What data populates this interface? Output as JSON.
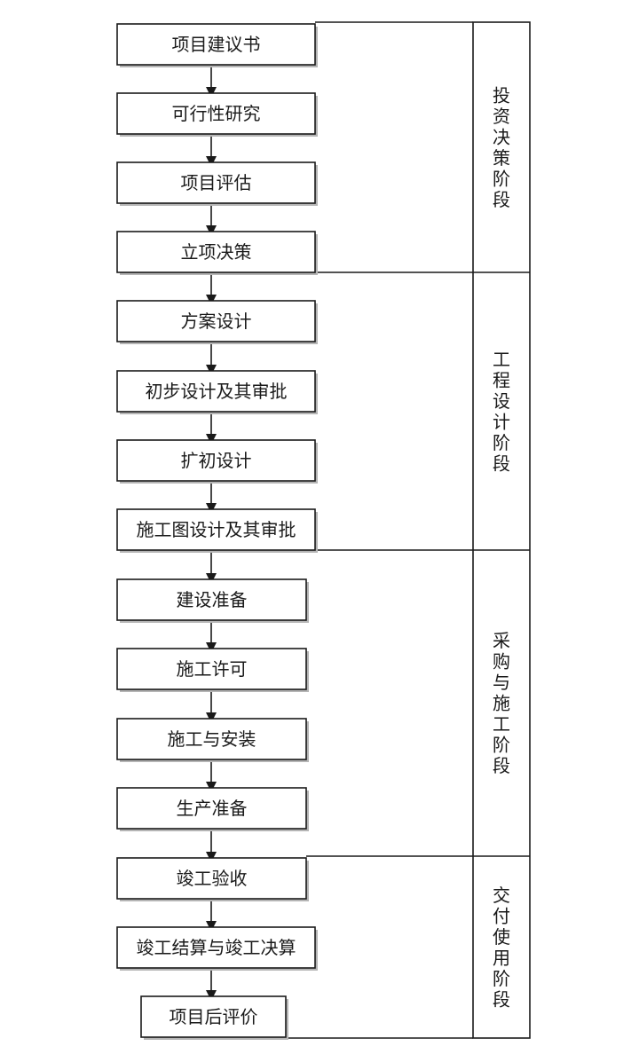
{
  "colors": {
    "line": "#1a1a1a",
    "shadow": "#b5b5b5",
    "background": "#ffffff"
  },
  "steps": [
    "项目建议书",
    "可行性研究",
    "项目评估",
    "立项决策",
    "方案设计",
    "初步设计及其审批",
    "扩初设计",
    "施工图设计及其审批",
    "建设准备",
    "施工许可",
    "施工与安装",
    "生产准备",
    "竣工验收",
    "竣工结算与竣工决算",
    "项目后评价"
  ],
  "stages": [
    {
      "label": "投资决策阶段",
      "first_step": 0,
      "last_step": 3
    },
    {
      "label": "工程设计阶段",
      "first_step": 4,
      "last_step": 7
    },
    {
      "label": "采购与施工阶段",
      "first_step": 8,
      "last_step": 11
    },
    {
      "label": "交付使用阶段",
      "first_step": 12,
      "last_step": 14
    }
  ]
}
